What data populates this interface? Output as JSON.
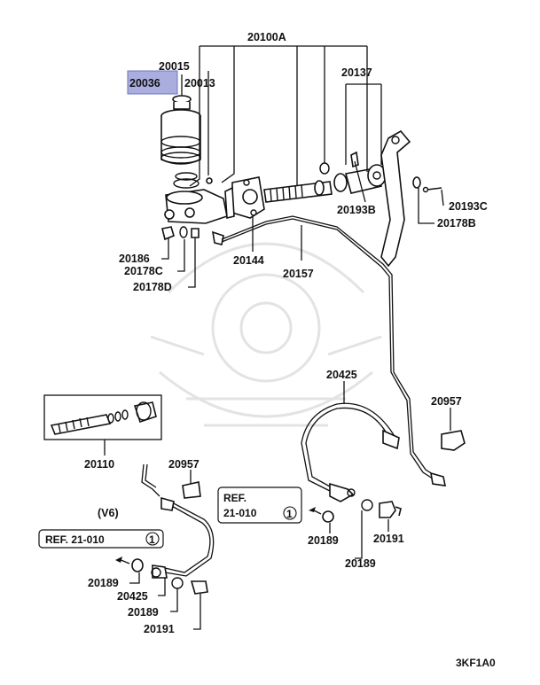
{
  "highlight_color": "#9aa0d8",
  "labels": {
    "p20100A": "20100A",
    "p20015": "20015",
    "p20036": "20036",
    "p20013": "20013",
    "p20137": "20137",
    "p20193B": "20193B",
    "p20193C": "20193C",
    "p20178B": "20178B",
    "p20186": "20186",
    "p20178C": "20178C",
    "p20178D": "20178D",
    "p20144": "20144",
    "p20157": "20157",
    "p20425a": "20425",
    "p20957a": "20957",
    "p20110": "20110",
    "p20957b": "20957",
    "v6": "(V6)",
    "ref1": "REF. 21-010",
    "ref1_num": "1",
    "ref2_line1": "REF.",
    "ref2_line2": "21-010",
    "ref2_num": "1",
    "p20189a": "20189",
    "p20191a": "20191",
    "p20189b": "20189",
    "p20189c": "20189",
    "p20425b": "20425",
    "p20189d": "20189",
    "p20191b": "20191",
    "diagram_code": "3KF1A0"
  }
}
